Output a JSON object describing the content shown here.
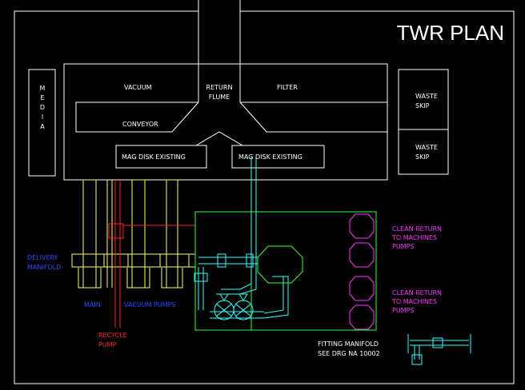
{
  "title": "TWR PLAN",
  "labels": {
    "media": [
      "M",
      "E",
      "D",
      "I",
      "A"
    ],
    "vacuum": "VACUUM",
    "return_1": "RETURN",
    "return_2": "FLUME",
    "filter": "FILTER",
    "conveyor": "CONVEYOR",
    "mag_disk_left": "MAG DISK EXISTING",
    "mag_disk_right": "MAG DISK EXISTING",
    "waste_skip_1a": "WASTE",
    "waste_skip_1b": "SKIP",
    "waste_skip_2a": "WASTE",
    "waste_skip_2b": "SKIP",
    "delivery_1": "DELIVERY",
    "delivery_2": "MANIFOLD",
    "main": "MAIN",
    "vacuum_pumps": "VACUUM PUMPS",
    "recycle_1": "RECYCLE",
    "recycle_2": "PUMP",
    "clean_return_1a": "CLEAN RETURN",
    "clean_return_1b": "TO MACHINES",
    "clean_return_1c": "PUMPS",
    "clean_return_2a": "CLEAN RETURN",
    "clean_return_2b": "TO MACHINES",
    "clean_return_2c": "PUMPS",
    "fitting_1": "FITTING MANIFOLD",
    "fitting_2": "SEE DRG NA 10002"
  },
  "colors": {
    "background": "#000000",
    "outline": "#ffffff",
    "pipe_yellow": "#ffff66",
    "recycle_red": "#ff2020",
    "green_zone": "#33ff33",
    "cyan_pipe": "#33ffff",
    "delivery_blue": "#2a4bff",
    "magenta": "#ff33ff"
  },
  "icons": [
    "pump-icon",
    "valve-icon",
    "tank-icon"
  ]
}
